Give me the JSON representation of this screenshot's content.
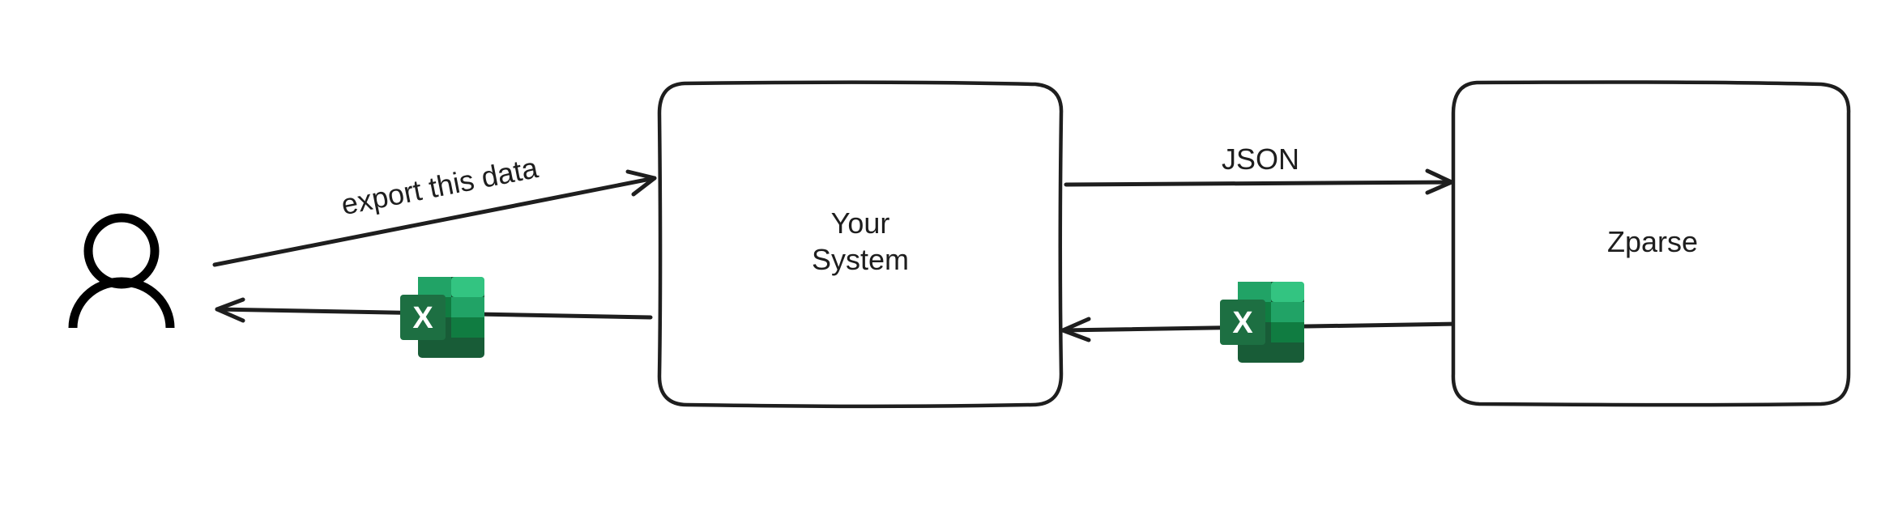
{
  "nodes": {
    "your_system": {
      "label_line1": "Your",
      "label_line2": "System"
    },
    "zparse": {
      "label": "Zparse"
    }
  },
  "edges": {
    "user_to_system": {
      "label": "export this data"
    },
    "system_to_zparse": {
      "label": "JSON"
    },
    "zparse_to_system": {
      "icon": "excel-icon"
    },
    "system_to_user": {
      "icon": "excel-icon"
    }
  },
  "icons": {
    "user": "user-icon",
    "excel": "excel-icon",
    "excel_letter": "X"
  },
  "colors": {
    "stroke": "#1e1e1e",
    "excel_dark": "#185c37",
    "excel_mid": "#21a366",
    "excel_light": "#33c481",
    "excel_green": "#107c41",
    "excel_badge": "#1d6f42"
  }
}
